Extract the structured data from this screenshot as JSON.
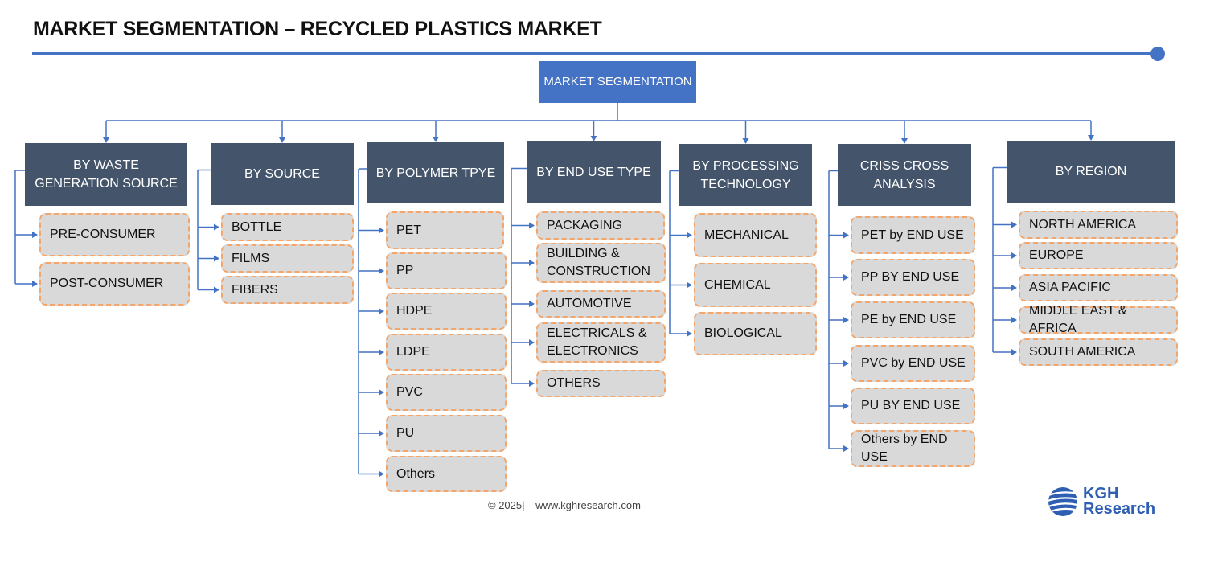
{
  "title": "MARKET SEGMENTATION – RECYCLED PLASTICS MARKET",
  "root": "MARKET SEGMENTATION",
  "colors": {
    "accent": "#4472c4",
    "header": "#44546a",
    "item_fill": "#d9d9d9",
    "item_border": "#f4a56a"
  },
  "segments": [
    {
      "header": "BY WASTE GENERATION SOURCE",
      "items": [
        "PRE-CONSUMER",
        "POST-CONSUMER"
      ]
    },
    {
      "header": "BY SOURCE",
      "items": [
        "BOTTLE",
        "FILMS",
        "FIBERS"
      ]
    },
    {
      "header": "BY POLYMER TPYE",
      "items": [
        "PET",
        "PP",
        "HDPE",
        "LDPE",
        "PVC",
        "PU",
        "Others"
      ]
    },
    {
      "header": "BY END USE TYPE",
      "items": [
        "PACKAGING",
        "BUILDING & CONSTRUCTION",
        "AUTOMOTIVE",
        "ELECTRICALS & ELECTRONICS",
        "OTHERS"
      ]
    },
    {
      "header": "BY PROCESSING TECHNOLOGY",
      "items": [
        "MECHANICAL",
        "CHEMICAL",
        "BIOLOGICAL"
      ]
    },
    {
      "header": "CRISS CROSS ANALYSIS",
      "items": [
        "PET by END USE",
        "PP BY END USE",
        "PE by END USE",
        "PVC by END USE",
        "PU BY END USE",
        "Others by END USE"
      ]
    },
    {
      "header": "BY REGION",
      "items": [
        "NORTH AMERICA",
        "EUROPE",
        "ASIA PACIFIC",
        "MIDDLE EAST & AFRICA",
        "SOUTH AMERICA"
      ]
    }
  ],
  "footer": {
    "copyright": "© 2025|",
    "url": "www.kghresearch.com"
  },
  "logo": {
    "line1": "KGH",
    "line2": "Research"
  }
}
